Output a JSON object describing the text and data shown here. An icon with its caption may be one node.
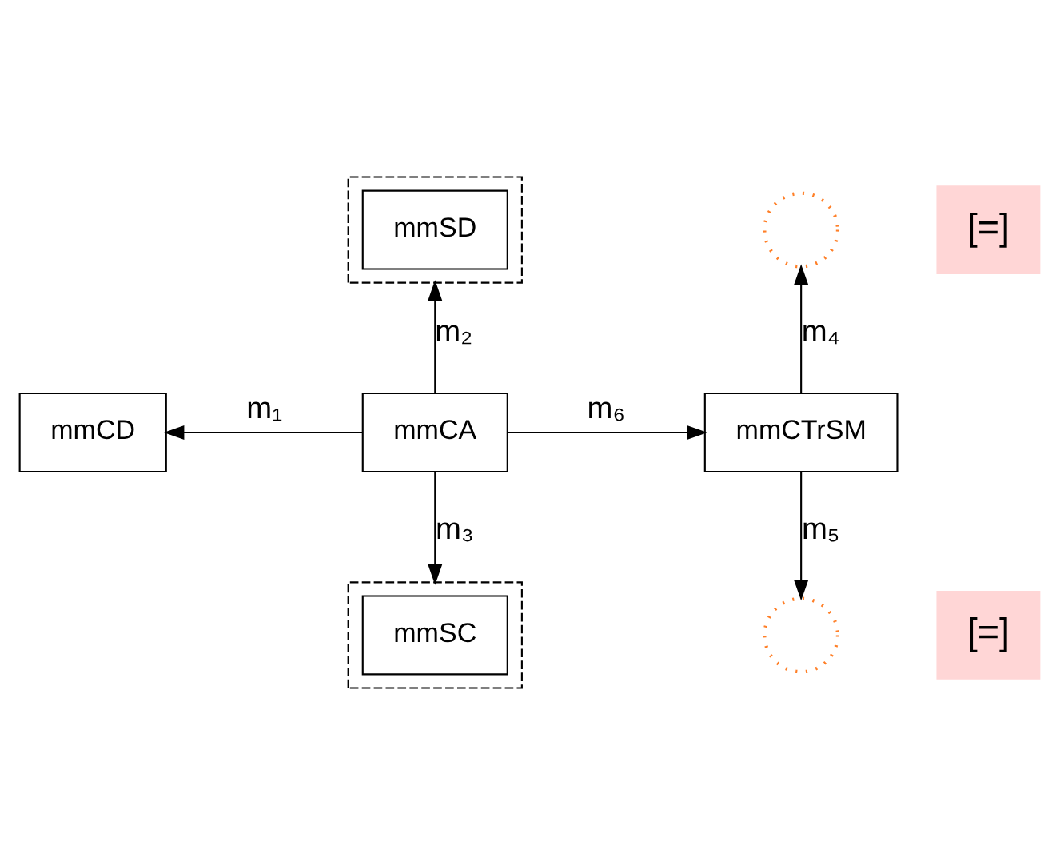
{
  "diagram": {
    "nodes": [
      {
        "text": [],
        "shape": "box"
      },
      {
        "text": [
          "mmSD"
        ],
        "in": 0
      },
      {
        "text": [],
        "shape": "circle"
      },
      {
        "text": [
          "mmCD"
        ]
      },
      {
        "text": [
          "mmCA"
        ]
      },
      {
        "text": [
          "mmCTrSM"
        ]
      },
      {
        "text": [],
        "shape": "box"
      },
      {
        "text": [
          "mmSC"
        ],
        "in": 6
      },
      {
        "text": [],
        "shape": "circle"
      }
    ],
    "edges": [
      {
        "from": 4,
        "to": 3,
        "arrow": "to",
        "label": "m₁"
      },
      {
        "from": 4,
        "to": 0,
        "arrow": "to",
        "label": "m₂"
      },
      {
        "from": 4,
        "to": 6,
        "arrow": "to",
        "label": "m₃"
      },
      {
        "from": 5,
        "to": 2,
        "arrow": "to",
        "label": "m₄"
      },
      {
        "from": 5,
        "to": 8,
        "arrow": "to",
        "label": "m₅"
      },
      {
        "from": 4,
        "to": 5,
        "arrow": "to",
        "label": "m₆"
      }
    ],
    "labels": [
      "[=]",
      "[=]"
    ]
  }
}
